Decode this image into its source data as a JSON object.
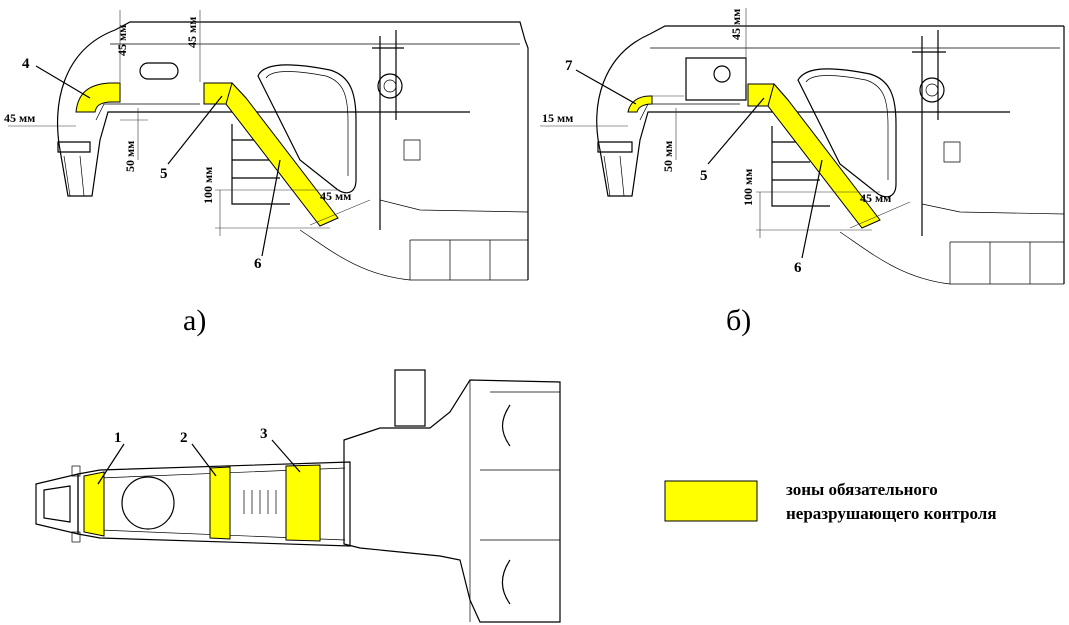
{
  "colors": {
    "zone": "#ffff00",
    "line": "#000000"
  },
  "view_a": {
    "caption": "а)",
    "labels": {
      "zone4": "4",
      "zone5": "5",
      "zone6": "6"
    },
    "dims": {
      "top_left": "45 мм",
      "top_right": "45 мм",
      "side_left": "45 мм",
      "vertical_50": "50 мм",
      "vertical_100": "100 мм",
      "diagonal_45": "45 мм"
    }
  },
  "view_b": {
    "caption": "б)",
    "labels": {
      "zone7": "7",
      "zone5": "5",
      "zone6": "6"
    },
    "dims": {
      "top": "45 мм",
      "side_15": "15 мм",
      "vertical_50": "50 мм",
      "vertical_100": "100 мм",
      "diagonal_45": "45 мм"
    }
  },
  "view_bottom": {
    "labels": {
      "zone1": "1",
      "zone2": "2",
      "zone3": "3"
    }
  },
  "legend": {
    "line1": "зоны обязательного",
    "line2": "неразрушающего контроля"
  }
}
